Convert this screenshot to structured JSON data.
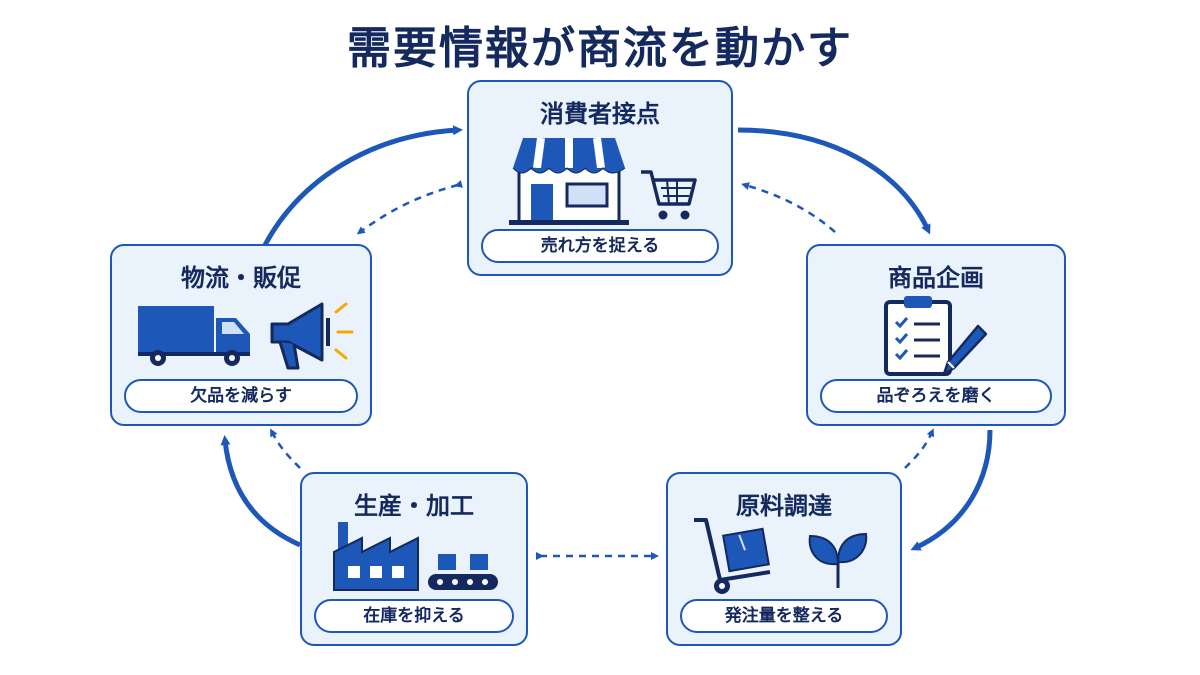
{
  "title": "需要情報が商流を動かす",
  "colors": {
    "navy": "#14295e",
    "blue": "#1d57b8",
    "card_bg": "#eaf2fc",
    "accent": "#f2a900"
  },
  "nodes": [
    {
      "id": "consumer",
      "title": "消費者接点",
      "label": "売れ方を捉える",
      "icons": [
        "storefront-icon",
        "shopping-cart-icon"
      ]
    },
    {
      "id": "planning",
      "title": "商品企画",
      "label": "品ぞろえを磨く",
      "icons": [
        "clipboard-checklist-icon",
        "pen-icon"
      ]
    },
    {
      "id": "procurement",
      "title": "原料調達",
      "label": "発注量を整える",
      "icons": [
        "hand-truck-icon",
        "leaf-icon"
      ]
    },
    {
      "id": "production",
      "title": "生産・加工",
      "label": "在庫を抑える",
      "icons": [
        "factory-icon",
        "conveyor-icon"
      ]
    },
    {
      "id": "logistics",
      "title": "物流・販促",
      "label": "欠品を減らす",
      "icons": [
        "delivery-truck-icon",
        "megaphone-icon"
      ]
    }
  ]
}
